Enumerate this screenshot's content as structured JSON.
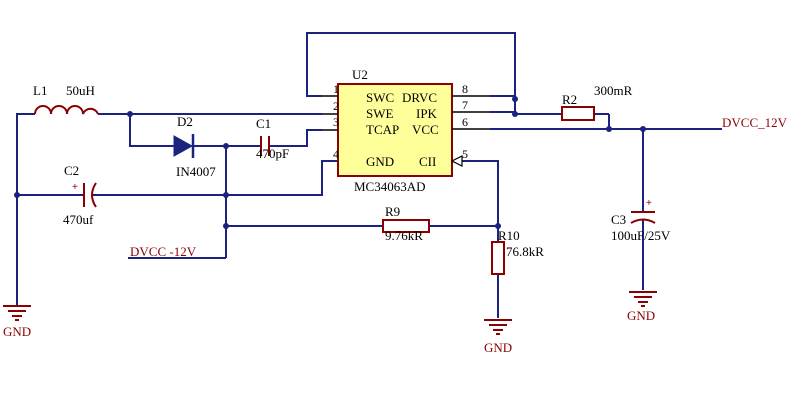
{
  "colors": {
    "wire": "#1a237e",
    "component": "#8b0000",
    "text": "#000000",
    "background": "#ffffff"
  },
  "ic": {
    "ref": "U2",
    "part": "MC34063AD",
    "pins": [
      {
        "num": "1",
        "name": "SWC"
      },
      {
        "num": "2",
        "name": "SWE"
      },
      {
        "num": "3",
        "name": "TCAP"
      },
      {
        "num": "4",
        "name": "GND"
      },
      {
        "num": "8",
        "name": "DRVC"
      },
      {
        "num": "7",
        "name": "IPK"
      },
      {
        "num": "6",
        "name": "VCC"
      },
      {
        "num": "5",
        "name": "CII"
      }
    ]
  },
  "components": {
    "L1": {
      "ref": "L1",
      "value": "50uH"
    },
    "D2": {
      "ref": "D2",
      "value": "IN4007"
    },
    "C1": {
      "ref": "C1",
      "value": "470pF"
    },
    "C2": {
      "ref": "C2",
      "value": "470uf",
      "polarity": "+"
    },
    "R2": {
      "ref": "R2",
      "value": "300mR"
    },
    "C3": {
      "ref": "C3",
      "value": "100uF/25V",
      "polarity": "+"
    },
    "R9": {
      "ref": "R9",
      "value": "9.76kR"
    },
    "R10": {
      "ref": "R10",
      "value": "76.8kR"
    }
  },
  "nets": {
    "out": "DVCC_12V",
    "in": "DVCC -12V",
    "gnd": "GND"
  }
}
